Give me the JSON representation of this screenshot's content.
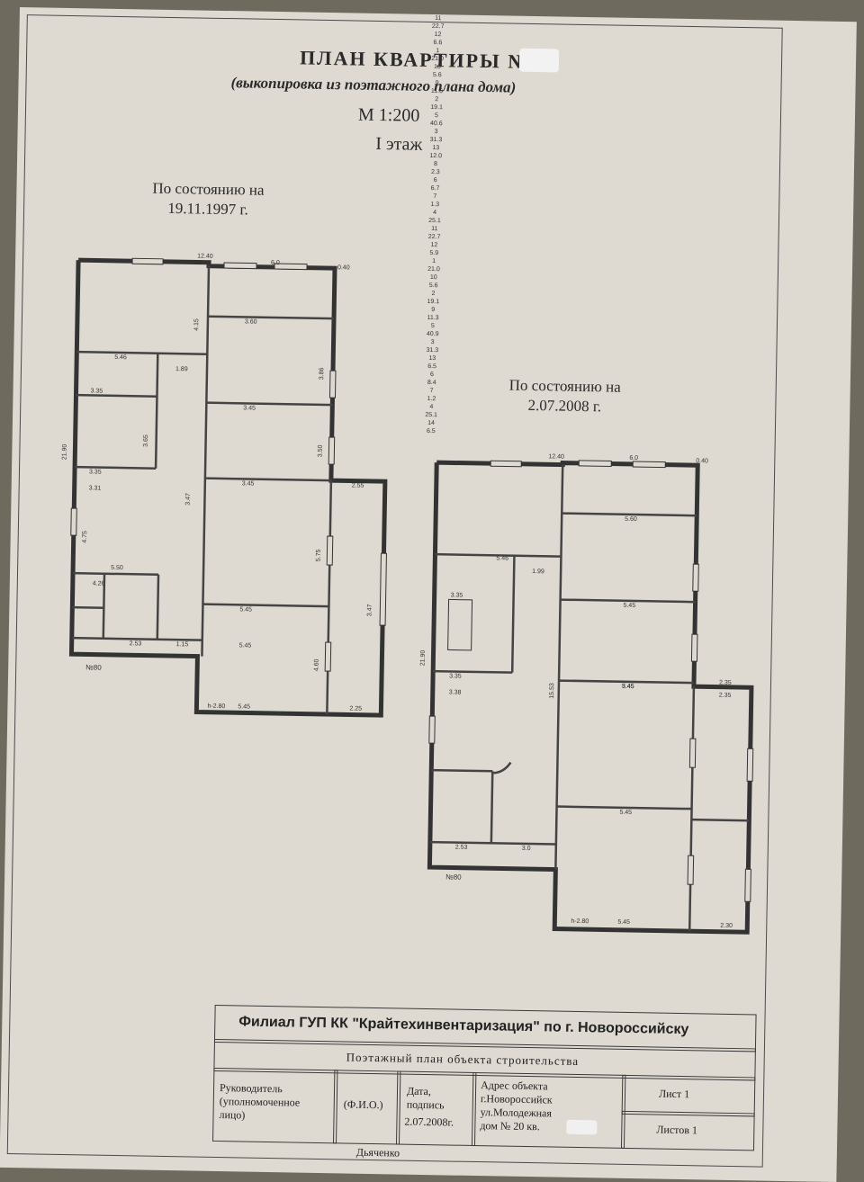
{
  "header": {
    "title": "ПЛАН КВАРТИРЫ №",
    "subtitle": "(выкопировка из поэтажного плана дома)",
    "scale": "М 1:200",
    "floor": "I этаж"
  },
  "plan_1997": {
    "caption_line1": "По состоянию на",
    "caption_line2": "19.11.1997 г.",
    "top_dims": [
      "12.40",
      "6.0",
      "0.40"
    ],
    "side_dim": "21.90",
    "entry": "№80",
    "rooms": [
      {
        "num": "11",
        "area": "22.7"
      },
      {
        "num": "12",
        "area": "6.6"
      },
      {
        "num": "1",
        "area": "21.0"
      },
      {
        "num": "10",
        "area": "5.6"
      },
      {
        "num": "9",
        "area": "11.6"
      },
      {
        "num": "2",
        "area": "19.1"
      },
      {
        "num": "5",
        "area": "40.6"
      },
      {
        "num": "3",
        "area": "31.3"
      },
      {
        "num": "13",
        "area": "12.0"
      },
      {
        "num": "8",
        "area": "2.3"
      },
      {
        "num": "6",
        "area": "6.7"
      },
      {
        "num": "7",
        "area": "1.3"
      },
      {
        "num": "4",
        "area": "25.1"
      }
    ],
    "dims": [
      "5.46",
      "1.89",
      "3.35",
      "3.60",
      "3.45",
      "3.45",
      "5.45",
      "3.35",
      "3.31",
      "3.47",
      "2.55",
      "5.50",
      "4.26",
      "5.45",
      "2.53",
      "1.15",
      "5.45",
      "h-2.80",
      "2.25",
      "4.15",
      "3.86",
      "3.50",
      "5.75",
      "4.60",
      "3.65",
      "4.75",
      "3.47"
    ]
  },
  "plan_2008": {
    "caption_line1": "По состоянию на",
    "caption_line2": "2.07.2008 г.",
    "top_dims": [
      "12.40",
      "6.0",
      "0.40"
    ],
    "side_dim": "21.90",
    "entry": "№80",
    "rooms": [
      {
        "num": "11",
        "area": "22.7"
      },
      {
        "num": "12",
        "area": "5.9"
      },
      {
        "num": "1",
        "area": "21.0"
      },
      {
        "num": "10",
        "area": "5.6"
      },
      {
        "num": "2",
        "area": "19.1"
      },
      {
        "num": "9",
        "area": "11.3"
      },
      {
        "num": "5",
        "area": "40.9"
      },
      {
        "num": "3",
        "area": "31.3"
      },
      {
        "num": "13",
        "area": "6.5"
      },
      {
        "num": "6",
        "area": "8.4"
      },
      {
        "num": "7",
        "area": "1.2"
      },
      {
        "num": "4",
        "area": "25.1"
      },
      {
        "num": "14",
        "area": "6.5"
      }
    ],
    "dims": [
      "5.46",
      "1.99",
      "3.35",
      "5.60",
      "5.45",
      "3.45",
      "3.35",
      "3.38",
      "5.45",
      "5.45",
      "2.53",
      "3.0",
      "h-2.80",
      "5.45",
      "2.30",
      "2.35",
      "2.35",
      "15.53"
    ]
  },
  "stamp": {
    "org": "Филиал ГУП КК \"Крайтехинвентаризация\" по г. Новороссийску",
    "subject": "Поэтажный план объекта строительства",
    "head_label": "Руководитель (уполномоченное лицо)",
    "fio_label": "(Ф.И.О.)",
    "date_label": "Дата, подпись",
    "date_value": "2.07.2008г.",
    "address_label": "Адрес объекта",
    "address_city": "г.Новороссийск",
    "address_street": "ул.Молодежная",
    "address_house": "дом № 20 кв.",
    "sheet": "Лист 1",
    "sheets": "Листов 1",
    "signer": "Дьяченко"
  }
}
